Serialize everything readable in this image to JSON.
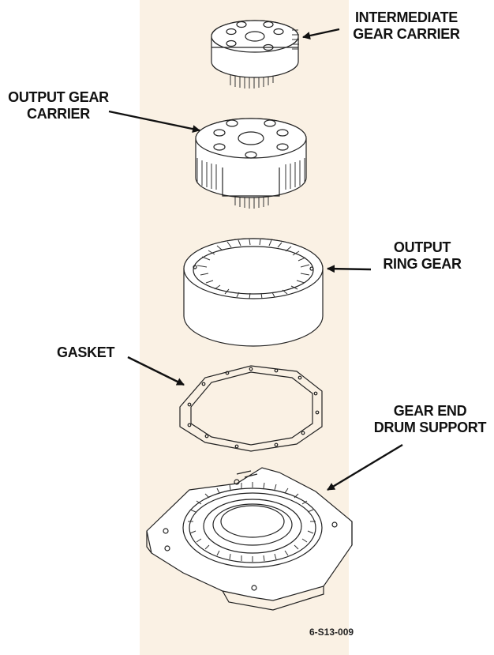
{
  "labels": {
    "intermediate_line1": "INTERMEDIATE",
    "intermediate_line2": "GEAR CARRIER",
    "output_carrier_line1": "OUTPUT GEAR",
    "output_carrier_line2": "CARRIER",
    "ring_gear_line1": "OUTPUT",
    "ring_gear_line2": "RING GEAR",
    "gasket": "GASKET",
    "drum_support_line1": "GEAR END",
    "drum_support_line2": "DRUM SUPPORT"
  },
  "figure_id": "6-S13-009",
  "colors": {
    "panel": "#faf1e4",
    "ink": "#222222"
  }
}
